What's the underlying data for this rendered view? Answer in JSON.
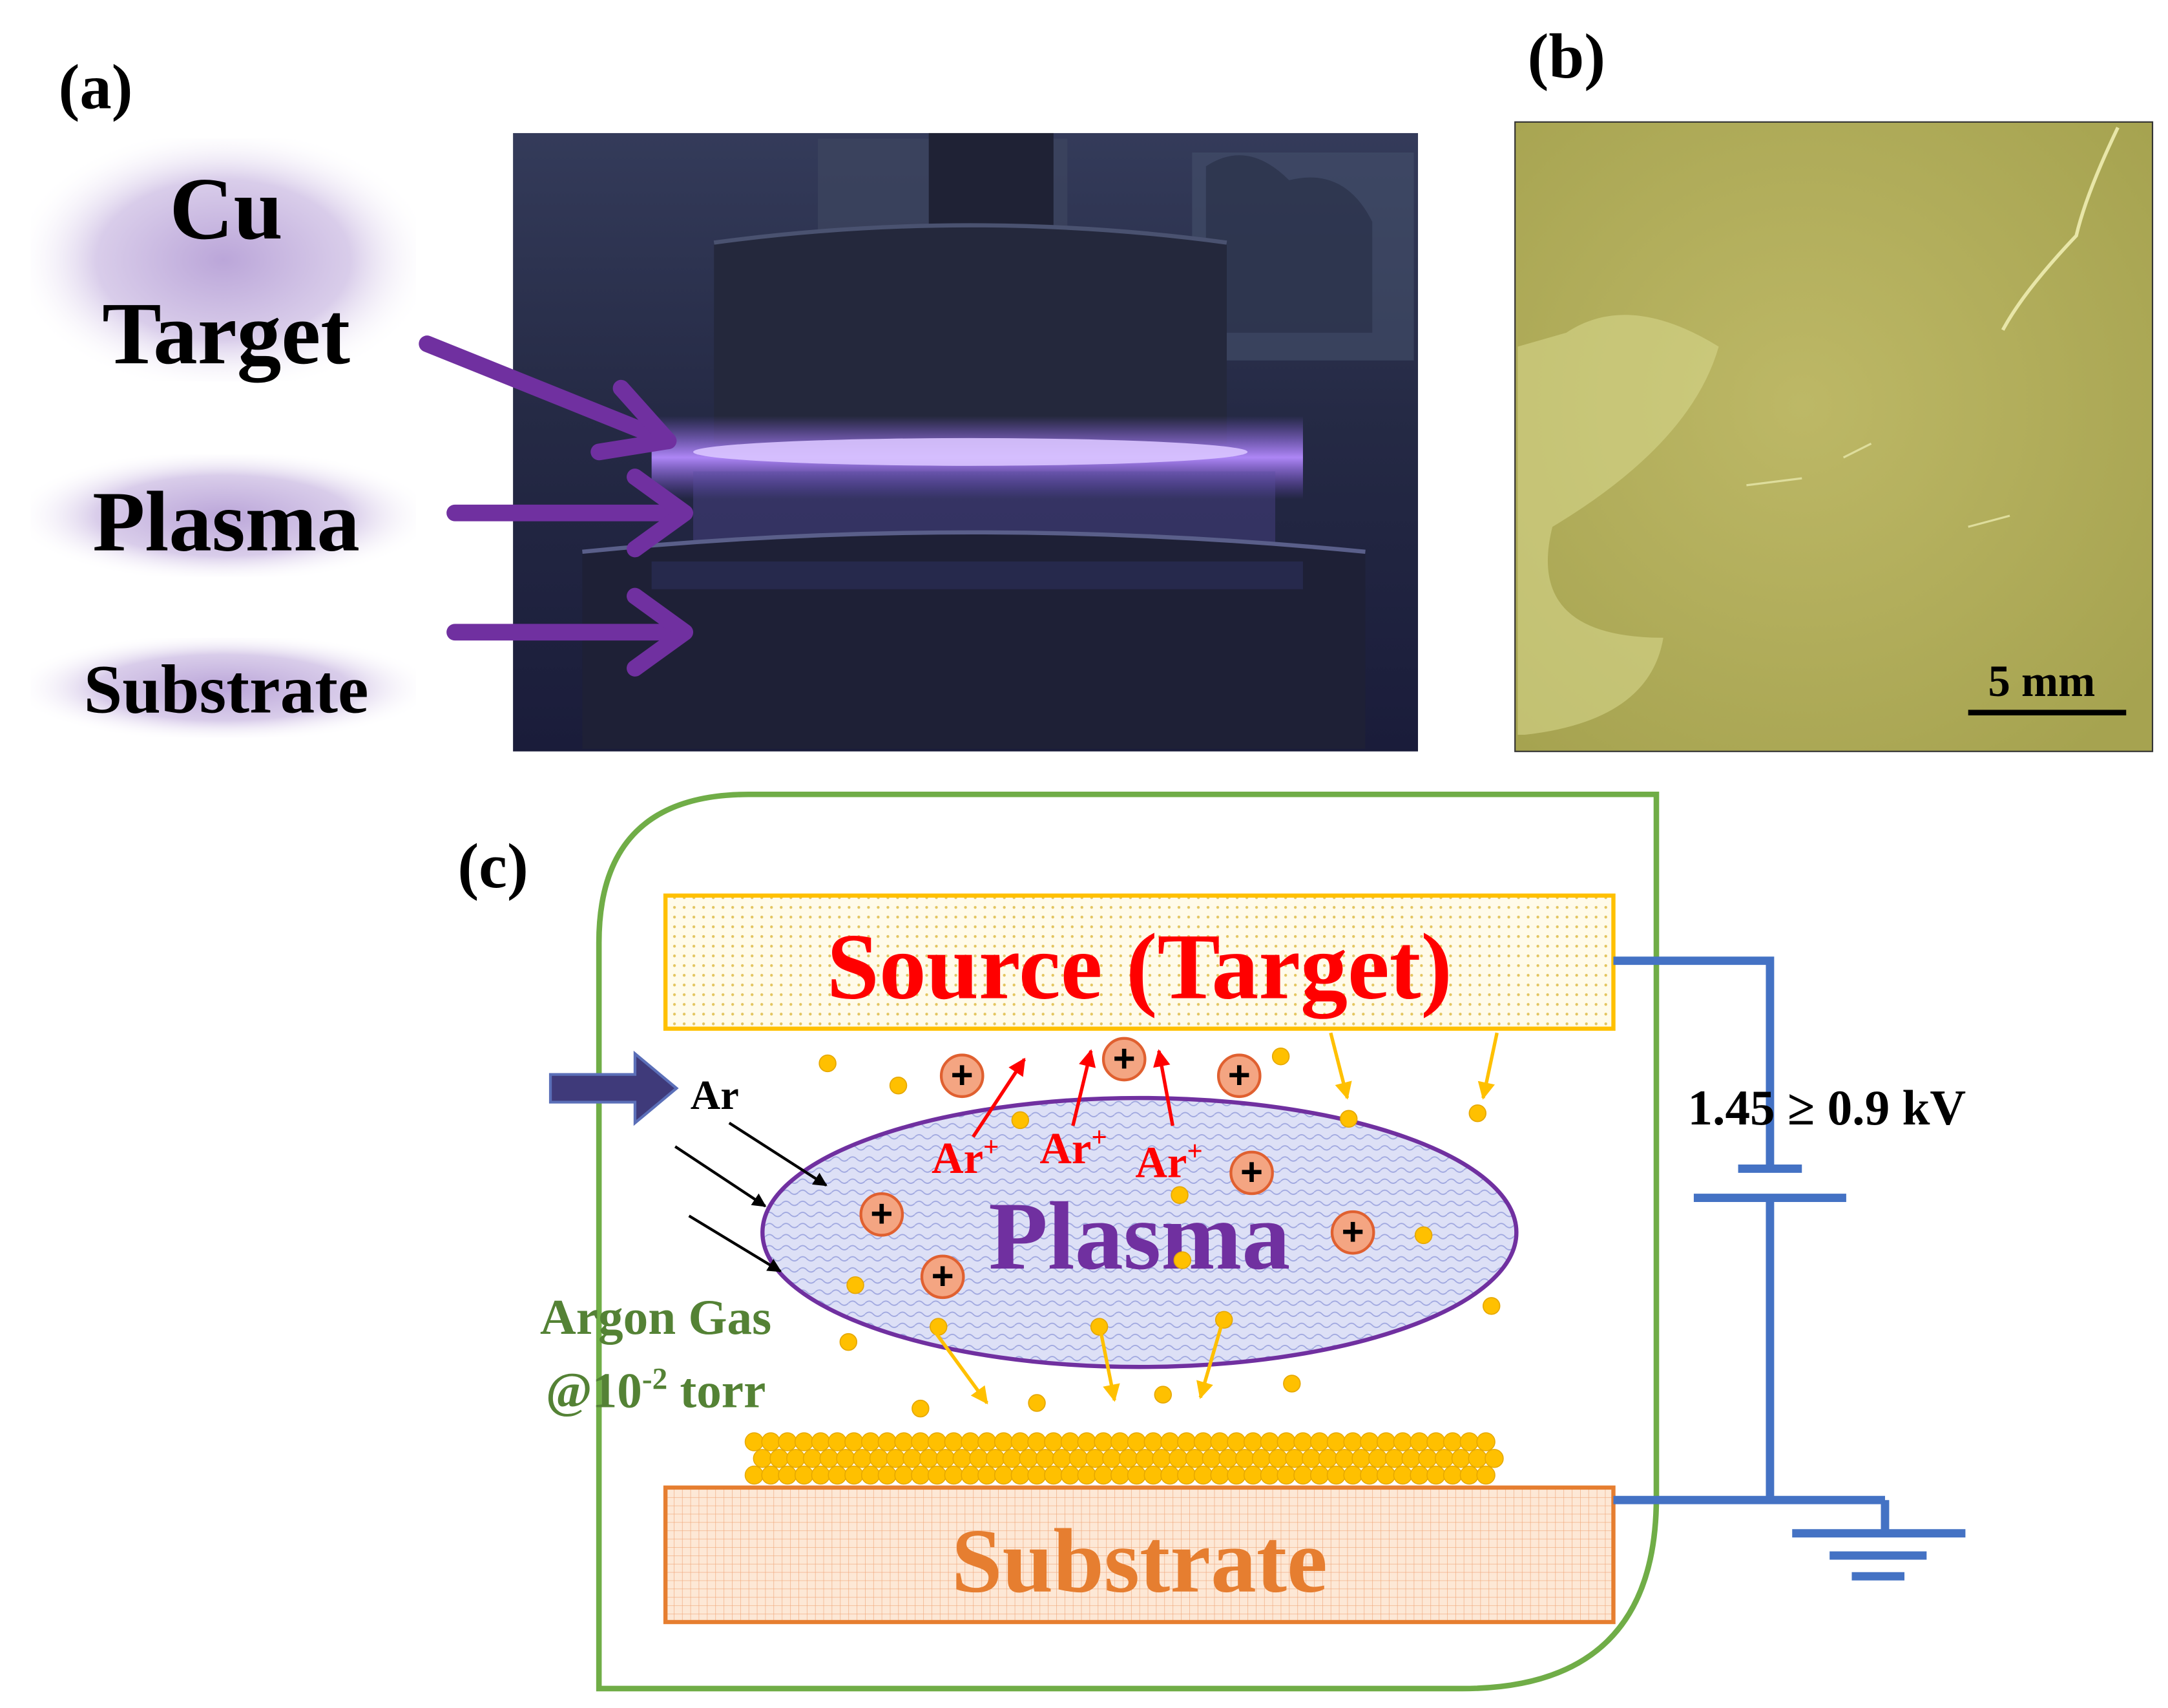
{
  "panels": {
    "a": {
      "label": "(a)",
      "callouts": {
        "target_line1": "Cu",
        "target_line2": "Target",
        "plasma": "Plasma",
        "substrate": "Substrate"
      }
    },
    "b": {
      "label": "(b)",
      "scale_bar": "5 mm"
    },
    "c": {
      "label": "(c)",
      "source": "Source (Target)",
      "plasma": "Plasma",
      "substrate": "Substrate",
      "gas_in": "Ar",
      "ion": "Ar",
      "ion_sup": "+",
      "gas_line1": "Argon Gas",
      "gas_line2_prefix": "@10",
      "gas_line2_sup": "-2",
      "gas_line2_suffix": " torr",
      "voltage": "1.45 ≥ 0.9 kV",
      "ion_glyph": "+"
    }
  },
  "colors": {
    "callout_arrow": "#7030a0",
    "source_text": "#ff0000",
    "plasma_text": "#7030a0",
    "substrate_text": "#e67e30",
    "chamber": "#70ad47",
    "wire": "#4472c4",
    "gas_text": "#548235",
    "particle": "#ffc000",
    "ion_fill": "#f4a582"
  }
}
